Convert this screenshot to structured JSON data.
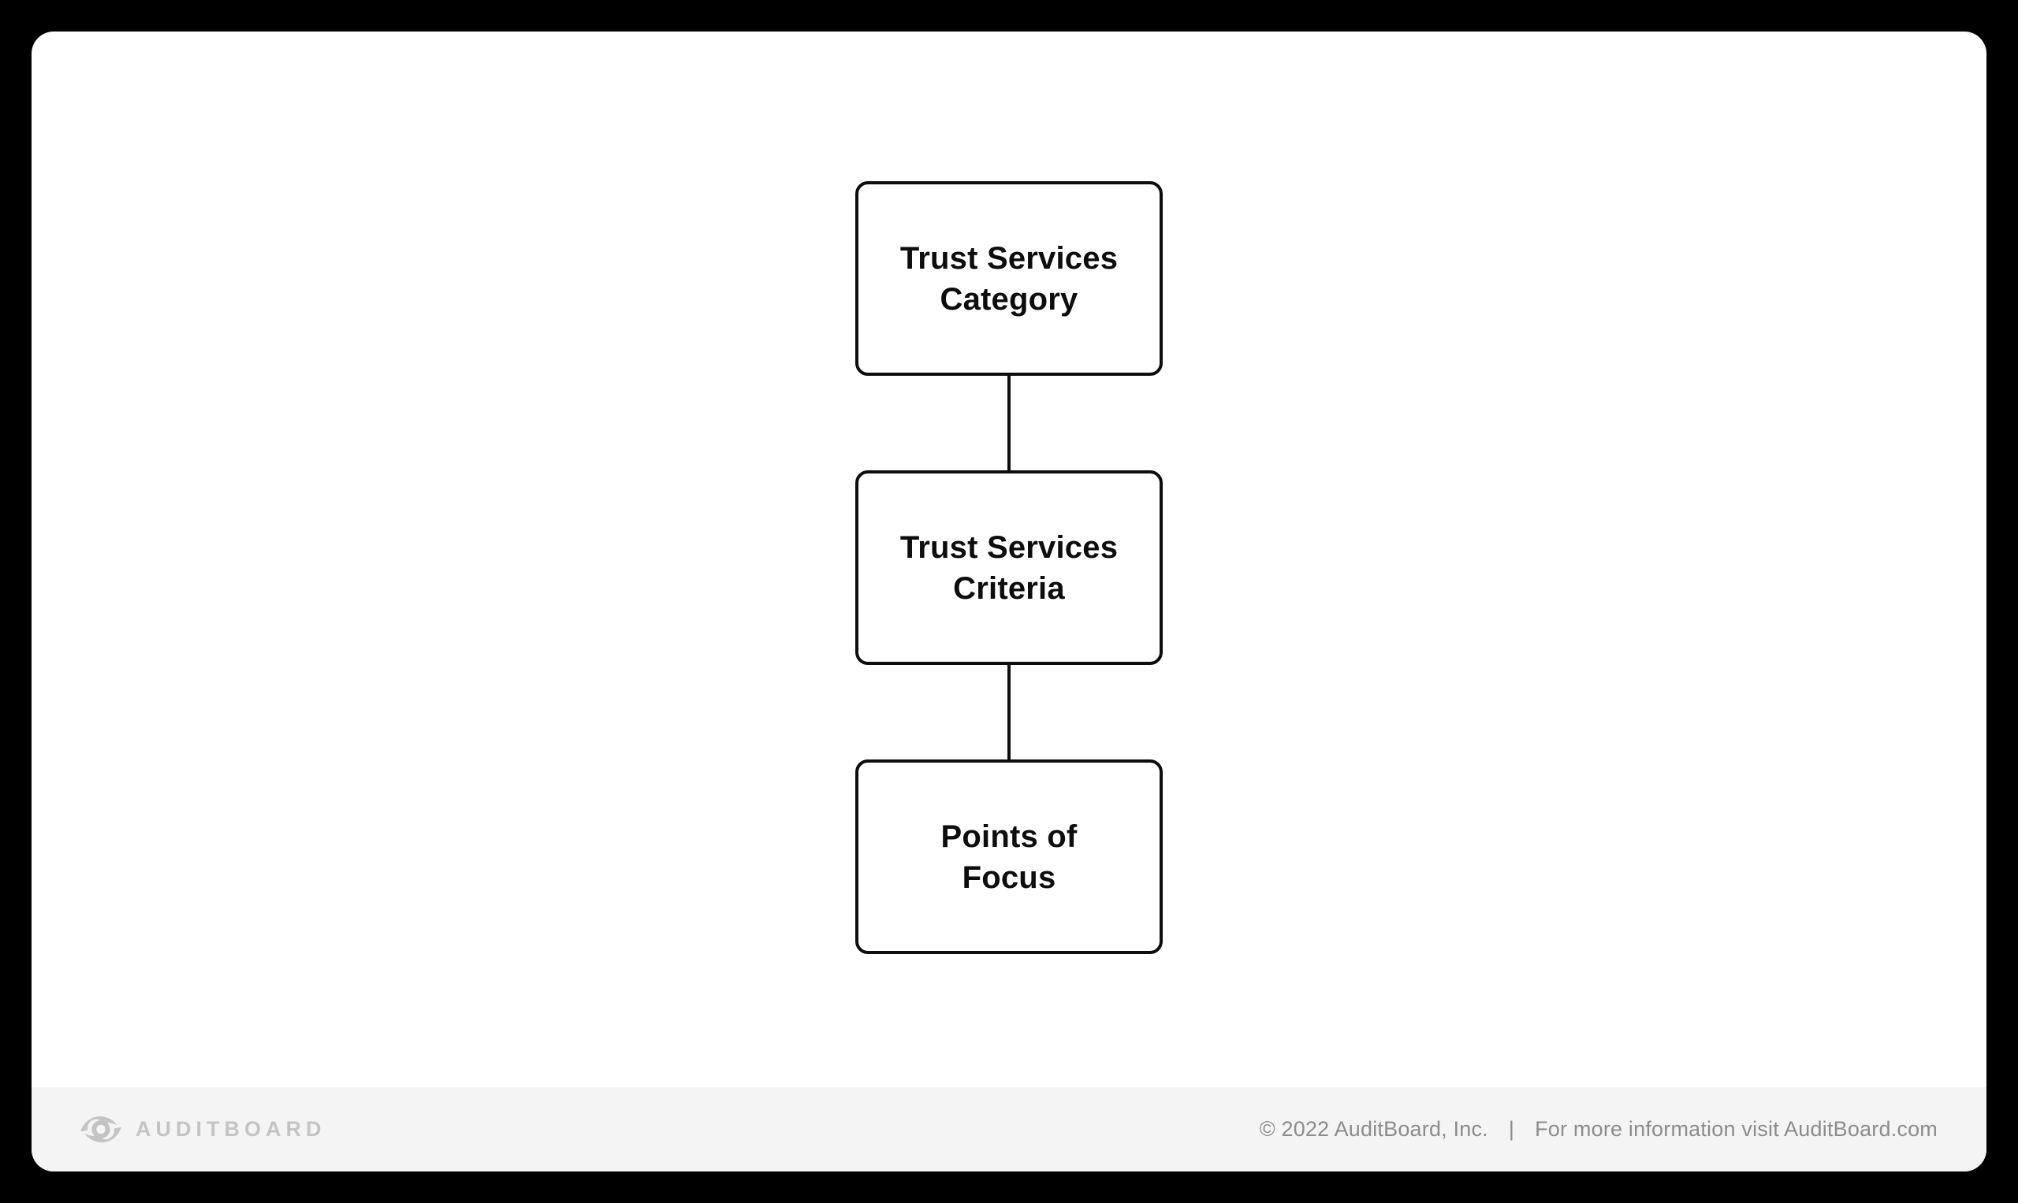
{
  "colors": {
    "background": "#000000",
    "card": "#ffffff",
    "footer-band": "#f4f4f4",
    "box-border": "#0d0d0d",
    "box-text": "#0d0d0d",
    "connector": "#0d0d0d",
    "logo-gray": "#c4c4c4",
    "footer-text": "#8c8c8c"
  },
  "diagram": {
    "type": "flowchart-vertical",
    "nodes": [
      {
        "id": "trust-services-category",
        "line1": "Trust Services",
        "line2": "Category"
      },
      {
        "id": "trust-services-criteria",
        "line1": "Trust Services",
        "line2": "Criteria"
      },
      {
        "id": "points-of-focus",
        "line1": "Points of",
        "line2": "Focus"
      }
    ],
    "connections": [
      {
        "from": "trust-services-category",
        "to": "trust-services-criteria"
      },
      {
        "from": "trust-services-criteria",
        "to": "points-of-focus"
      }
    ]
  },
  "footer": {
    "logo_icon": "auditboard-eye-logo",
    "brand_wordmark": "AUDITBOARD",
    "copyright": "© 2022  AuditBoard, Inc.",
    "separator": "|",
    "info_text": "For more information visit AuditBoard.com"
  }
}
